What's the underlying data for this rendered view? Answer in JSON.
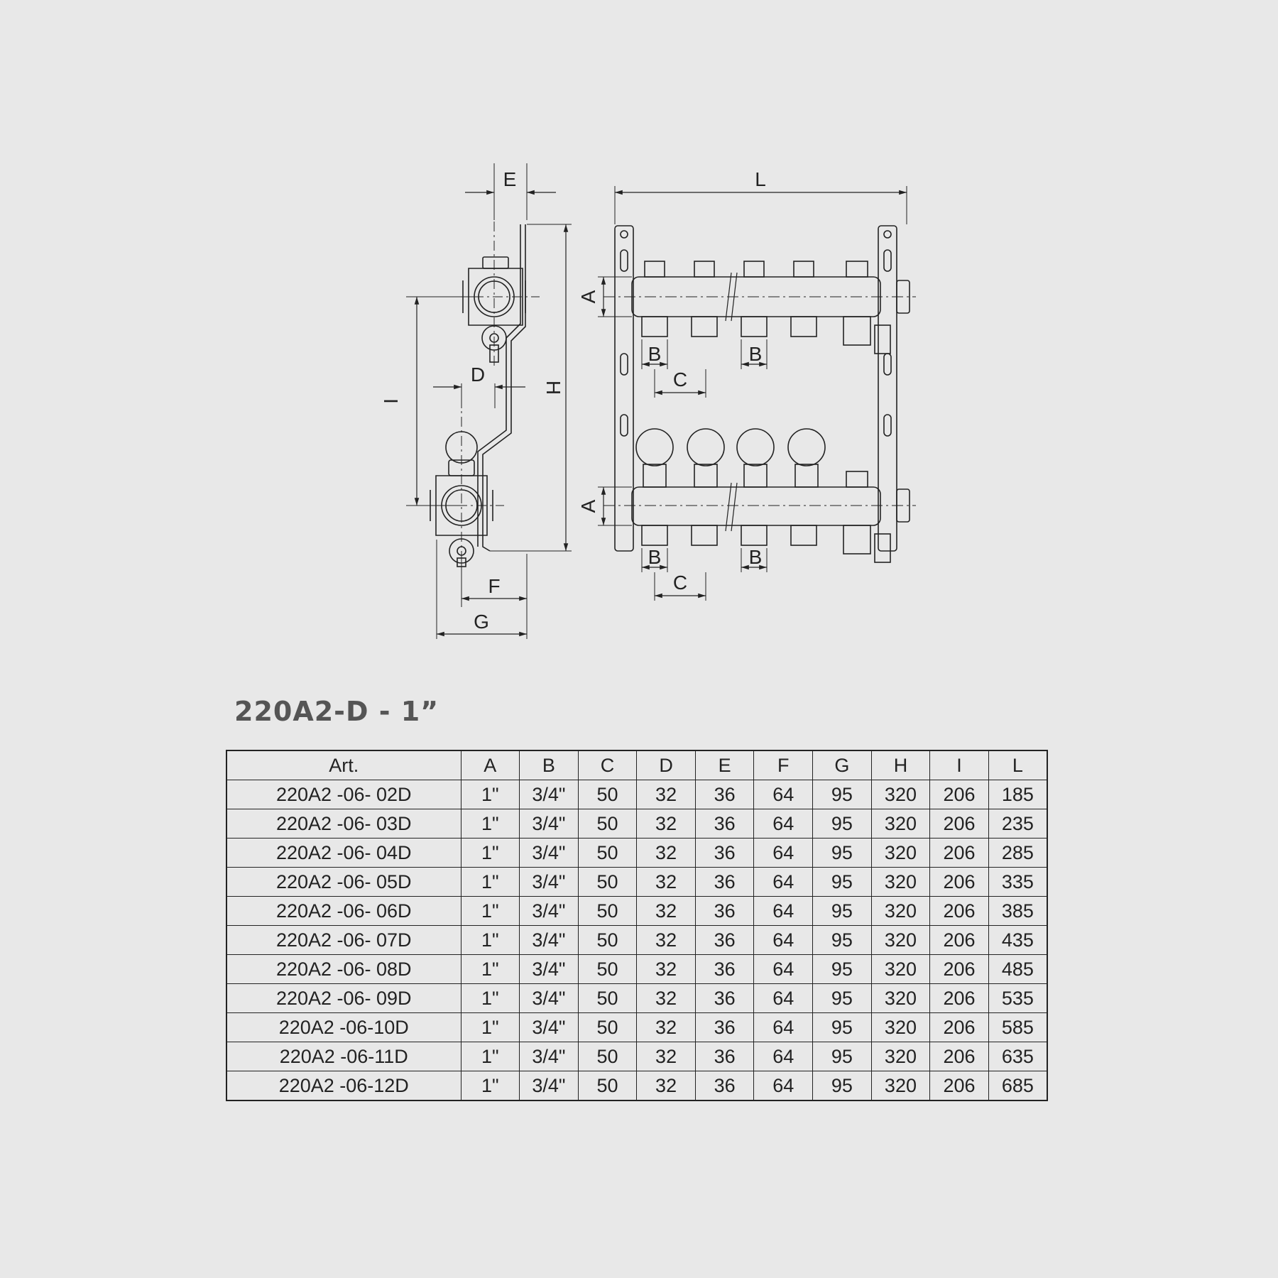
{
  "labels": {
    "E": "E",
    "L": "L",
    "H": "H",
    "I": "I",
    "D": "D",
    "F": "F",
    "G": "G",
    "A": "A",
    "B": "B",
    "C": "C"
  },
  "title": "220A2-D - 1”",
  "table": {
    "headers": [
      "Art.",
      "A",
      "B",
      "C",
      "D",
      "E",
      "F",
      "G",
      "H",
      "I",
      "L"
    ],
    "rows": [
      [
        "220A2 -06- 02D",
        "1\"",
        "3/4\"",
        "50",
        "32",
        "36",
        "64",
        "95",
        "320",
        "206",
        "185"
      ],
      [
        "220A2 -06- 03D",
        "1\"",
        "3/4\"",
        "50",
        "32",
        "36",
        "64",
        "95",
        "320",
        "206",
        "235"
      ],
      [
        "220A2 -06- 04D",
        "1\"",
        "3/4\"",
        "50",
        "32",
        "36",
        "64",
        "95",
        "320",
        "206",
        "285"
      ],
      [
        "220A2 -06- 05D",
        "1\"",
        "3/4\"",
        "50",
        "32",
        "36",
        "64",
        "95",
        "320",
        "206",
        "335"
      ],
      [
        "220A2 -06- 06D",
        "1\"",
        "3/4\"",
        "50",
        "32",
        "36",
        "64",
        "95",
        "320",
        "206",
        "385"
      ],
      [
        "220A2 -06- 07D",
        "1\"",
        "3/4\"",
        "50",
        "32",
        "36",
        "64",
        "95",
        "320",
        "206",
        "435"
      ],
      [
        "220A2 -06- 08D",
        "1\"",
        "3/4\"",
        "50",
        "32",
        "36",
        "64",
        "95",
        "320",
        "206",
        "485"
      ],
      [
        "220A2 -06- 09D",
        "1\"",
        "3/4\"",
        "50",
        "32",
        "36",
        "64",
        "95",
        "320",
        "206",
        "535"
      ],
      [
        "220A2 -06-10D",
        "1\"",
        "3/4\"",
        "50",
        "32",
        "36",
        "64",
        "95",
        "320",
        "206",
        "585"
      ],
      [
        "220A2 -06-11D",
        "1\"",
        "3/4\"",
        "50",
        "32",
        "36",
        "64",
        "95",
        "320",
        "206",
        "635"
      ],
      [
        "220A2 -06-12D",
        "1\"",
        "3/4\"",
        "50",
        "32",
        "36",
        "64",
        "95",
        "320",
        "206",
        "685"
      ]
    ]
  }
}
